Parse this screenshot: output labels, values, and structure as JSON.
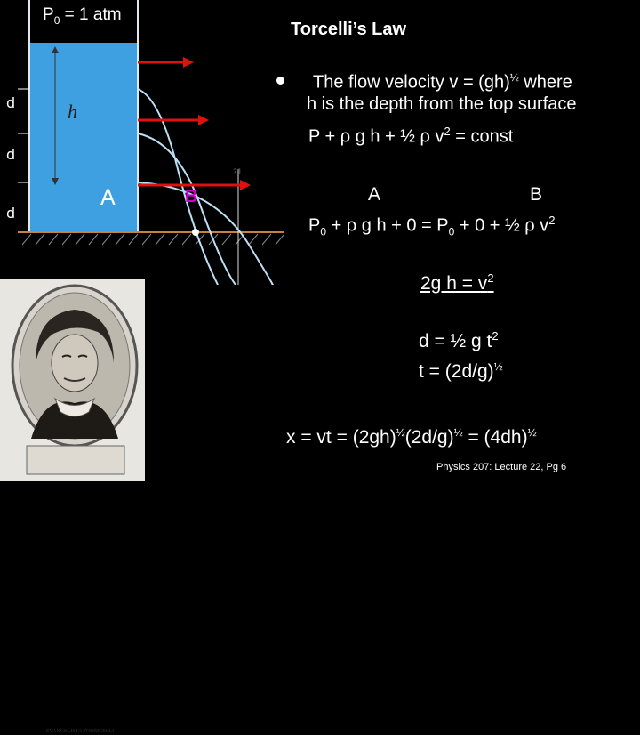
{
  "slide": {
    "title": "Torcelli’s Law",
    "pressure_label_pre": "P",
    "pressure_label_sub": "0",
    "pressure_label_post": " = 1 atm",
    "bullet_line1_pre": "The flow velocity v = (gh)",
    "bullet_line1_sup": "½",
    "bullet_line1_post": " where",
    "bullet_line2": "h is the depth from the top surface",
    "bernoulli_pre": "P + ρ g h + ½ ρ v",
    "bernoulli_sup": "2",
    "bernoulli_post": " = const",
    "label_A": "A",
    "label_B": "B",
    "eq_pre": "P",
    "eq_sub1": "0",
    "eq_mid": " + ρ g h + 0 = P",
    "eq_sub2": "0",
    "eq_post": " + 0 + ½ ρ v",
    "eq_sup": "2",
    "eq2_pre": "2g h = v",
    "eq2_sup": "2",
    "eq3_pre": "d = ½ g t",
    "eq3_sup": "2",
    "eq4_pre": "t = (2d/g)",
    "eq4_sup": "½",
    "eq5_a": "x = vt = (2gh)",
    "eq5_sup1": "½",
    "eq5_b": "(2d/g)",
    "eq5_sup2": "½",
    "eq5_c": " = (4dh)",
    "eq5_sup3": "½",
    "footer": "Physics 207: Lecture 22, Pg 6"
  },
  "diagram": {
    "depth_labels": [
      "d",
      "d",
      "d"
    ],
    "height_label": "h",
    "point_A": "A",
    "point_B": "B",
    "tiny_label": "?1"
  },
  "portrait": {
    "caption": "EVANGELISTA TORRICELLI"
  },
  "colors": {
    "water": "#3ea0e0",
    "stream": "#bde0f5",
    "arrow": "#e01010",
    "ground": "#c8823c",
    "pointB": "#cc00cc"
  }
}
